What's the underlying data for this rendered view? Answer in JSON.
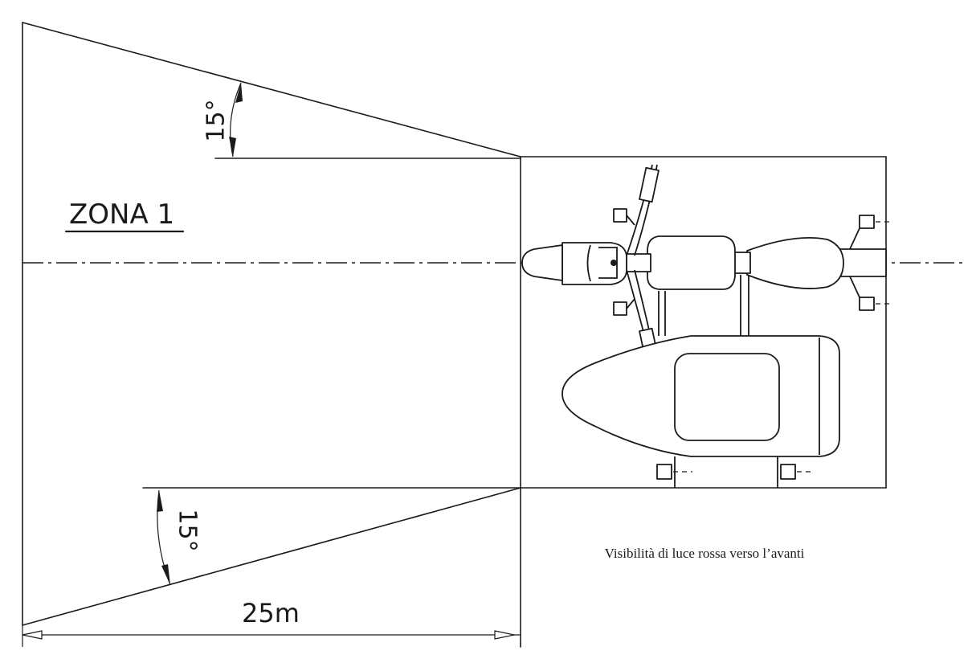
{
  "zone_label": "ZONA 1",
  "upper_angle": "15°",
  "lower_angle": "15°",
  "distance": "25m",
  "caption": "Visibilità di luce rossa verso l’avanti"
}
